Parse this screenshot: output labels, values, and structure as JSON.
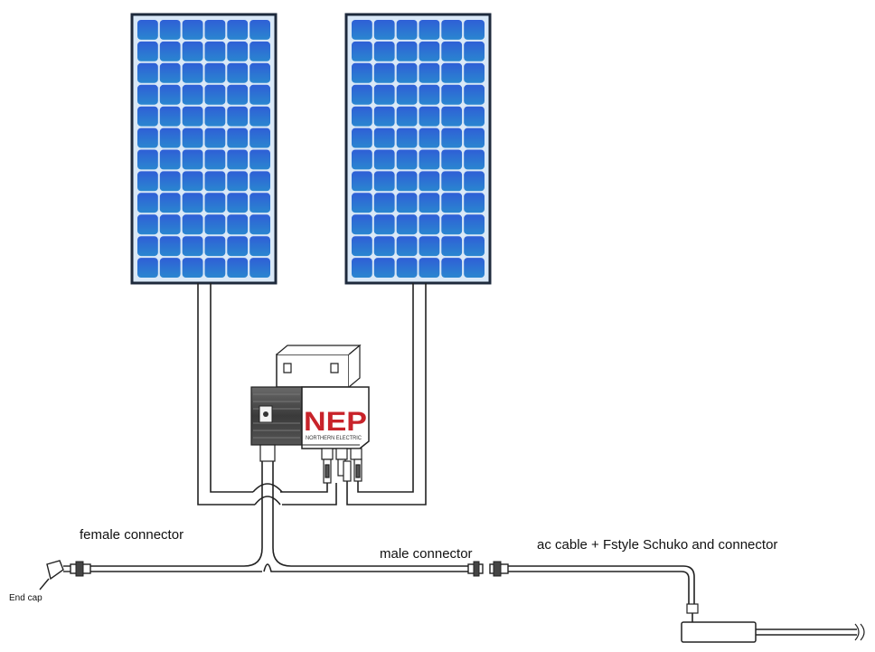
{
  "labels": {
    "female_connector": "female connector",
    "male_connector": "male connector",
    "ac_cable": "ac cable +  Fstyle Schuko  and connector",
    "end_cap": "End cap"
  },
  "logo": {
    "brand": "NEP",
    "subtitle": "NORTHERN ELECTRIC"
  },
  "colors": {
    "panel_frame": "#1e2a3c",
    "panel_backing": "#d9e8f7",
    "cell_top": "#2f5fd6",
    "cell_bottom": "#2a86d0",
    "logo_red": "#c8232a",
    "inverter_dark": "#444444"
  },
  "panels": [
    {
      "name": "left-solar-panel",
      "cols": 6,
      "rows": 12
    },
    {
      "name": "right-solar-panel",
      "cols": 6,
      "rows": 12
    }
  ]
}
